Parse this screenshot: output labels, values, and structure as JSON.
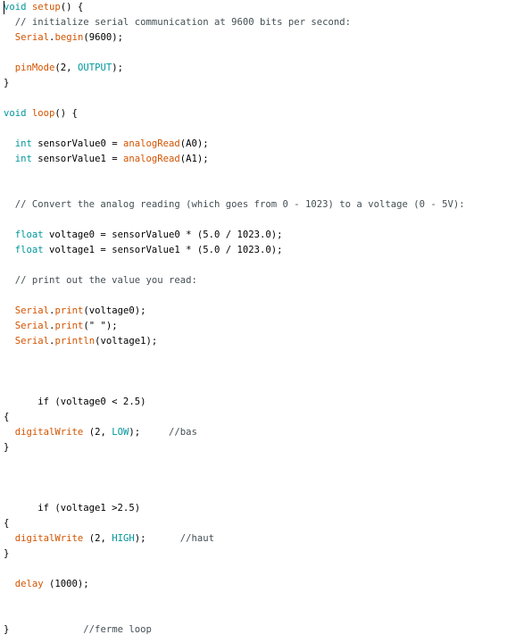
{
  "editor": {
    "lines": [
      [
        {
          "t": "void",
          "c": "kw-type"
        },
        {
          "t": " ",
          "c": "plain"
        },
        {
          "t": "setup",
          "c": "kw-orange"
        },
        {
          "t": "() {",
          "c": "plain"
        }
      ],
      [
        {
          "t": "  // initialize serial communication at 9600 bits per second:",
          "c": "comment"
        }
      ],
      [
        {
          "t": "  ",
          "c": "plain"
        },
        {
          "t": "Serial",
          "c": "kw-fn"
        },
        {
          "t": ".",
          "c": "plain"
        },
        {
          "t": "begin",
          "c": "kw-fn"
        },
        {
          "t": "(9600);",
          "c": "plain"
        }
      ],
      [],
      [
        {
          "t": "  ",
          "c": "plain"
        },
        {
          "t": "pinMode",
          "c": "kw-fn"
        },
        {
          "t": "(2, ",
          "c": "plain"
        },
        {
          "t": "OUTPUT",
          "c": "kw-const"
        },
        {
          "t": ");",
          "c": "plain"
        }
      ],
      [
        {
          "t": "}",
          "c": "plain"
        }
      ],
      [],
      [
        {
          "t": "void",
          "c": "kw-type"
        },
        {
          "t": " ",
          "c": "plain"
        },
        {
          "t": "loop",
          "c": "kw-orange"
        },
        {
          "t": "() {",
          "c": "plain"
        }
      ],
      [],
      [
        {
          "t": "  ",
          "c": "plain"
        },
        {
          "t": "int",
          "c": "kw-type"
        },
        {
          "t": " sensorValue0 = ",
          "c": "plain"
        },
        {
          "t": "analogRead",
          "c": "kw-fn"
        },
        {
          "t": "(A0);",
          "c": "plain"
        }
      ],
      [
        {
          "t": "  ",
          "c": "plain"
        },
        {
          "t": "int",
          "c": "kw-type"
        },
        {
          "t": " sensorValue1 = ",
          "c": "plain"
        },
        {
          "t": "analogRead",
          "c": "kw-fn"
        },
        {
          "t": "(A1);",
          "c": "plain"
        }
      ],
      [],
      [],
      [
        {
          "t": "  // Convert the analog reading (which goes from 0 - 1023) to a voltage (0 - 5V):",
          "c": "comment"
        }
      ],
      [],
      [
        {
          "t": "  ",
          "c": "plain"
        },
        {
          "t": "float",
          "c": "kw-type"
        },
        {
          "t": " voltage0 = sensorValue0 * (5.0 / 1023.0);",
          "c": "plain"
        }
      ],
      [
        {
          "t": "  ",
          "c": "plain"
        },
        {
          "t": "float",
          "c": "kw-type"
        },
        {
          "t": " voltage1 = sensorValue1 * (5.0 / 1023.0);",
          "c": "plain"
        }
      ],
      [],
      [
        {
          "t": "  // print out the value you read:",
          "c": "comment"
        }
      ],
      [],
      [
        {
          "t": "  ",
          "c": "plain"
        },
        {
          "t": "Serial",
          "c": "kw-fn"
        },
        {
          "t": ".",
          "c": "plain"
        },
        {
          "t": "print",
          "c": "kw-fn"
        },
        {
          "t": "(voltage0);",
          "c": "plain"
        }
      ],
      [
        {
          "t": "  ",
          "c": "plain"
        },
        {
          "t": "Serial",
          "c": "kw-fn"
        },
        {
          "t": ".",
          "c": "plain"
        },
        {
          "t": "print",
          "c": "kw-fn"
        },
        {
          "t": "(\" \");",
          "c": "plain"
        }
      ],
      [
        {
          "t": "  ",
          "c": "plain"
        },
        {
          "t": "Serial",
          "c": "kw-fn"
        },
        {
          "t": ".",
          "c": "plain"
        },
        {
          "t": "println",
          "c": "kw-fn"
        },
        {
          "t": "(voltage1);",
          "c": "plain"
        }
      ],
      [],
      [],
      [],
      [
        {
          "t": "      if (voltage0 < 2.5)",
          "c": "plain"
        }
      ],
      [
        {
          "t": "{",
          "c": "plain"
        }
      ],
      [
        {
          "t": "  ",
          "c": "plain"
        },
        {
          "t": "digitalWrite",
          "c": "kw-fn"
        },
        {
          "t": " (2, ",
          "c": "plain"
        },
        {
          "t": "LOW",
          "c": "kw-const"
        },
        {
          "t": ");",
          "c": "plain"
        },
        {
          "t": "     //bas",
          "c": "comment"
        }
      ],
      [
        {
          "t": "}",
          "c": "plain"
        }
      ],
      [],
      [],
      [],
      [
        {
          "t": "      if (voltage1 >2.5)",
          "c": "plain"
        }
      ],
      [
        {
          "t": "{",
          "c": "plain"
        }
      ],
      [
        {
          "t": "  ",
          "c": "plain"
        },
        {
          "t": "digitalWrite",
          "c": "kw-fn"
        },
        {
          "t": " (2, ",
          "c": "plain"
        },
        {
          "t": "HIGH",
          "c": "kw-const"
        },
        {
          "t": ");",
          "c": "plain"
        },
        {
          "t": "      //haut",
          "c": "comment"
        }
      ],
      [
        {
          "t": "}",
          "c": "plain"
        }
      ],
      [],
      [
        {
          "t": "  ",
          "c": "plain"
        },
        {
          "t": "delay",
          "c": "kw-fn"
        },
        {
          "t": " (1000);",
          "c": "plain"
        }
      ],
      [],
      [],
      [
        {
          "t": "}",
          "c": "plain"
        },
        {
          "t": "             //ferme loop",
          "c": "comment"
        }
      ]
    ]
  }
}
